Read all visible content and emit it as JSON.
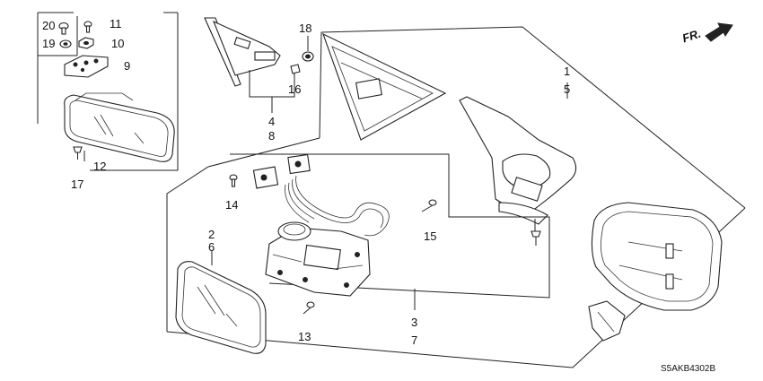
{
  "diagram": {
    "callouts": {
      "c1": "1",
      "c2": "2",
      "c3": "3",
      "c4": "4",
      "c5": "5",
      "c6": "6",
      "c7": "7",
      "c8": "8",
      "c9": "9",
      "c10": "10",
      "c11": "11",
      "c12": "12",
      "c13": "13",
      "c14": "14",
      "c15": "15",
      "c16": "16",
      "c17": "17",
      "c18": "18",
      "c19": "19",
      "c20": "20"
    },
    "direction_label": "FR.",
    "diagram_code": "S5AKB4302B"
  }
}
